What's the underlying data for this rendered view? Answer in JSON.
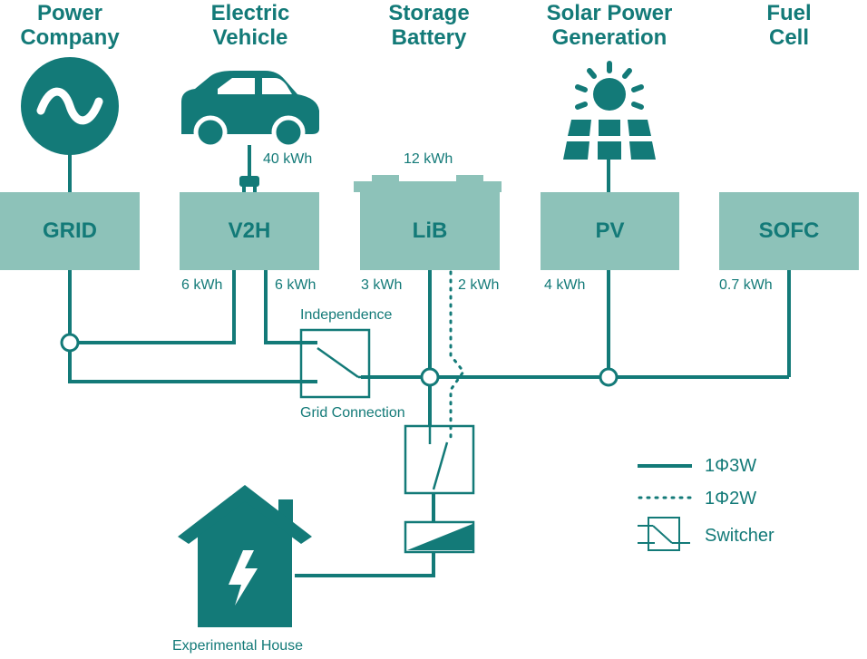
{
  "headers": {
    "power_company": [
      "Power",
      "Company"
    ],
    "electric_vehicle": [
      "Electric",
      "Vehicle"
    ],
    "storage_battery": [
      "Storage",
      "Battery"
    ],
    "solar_power": [
      "Solar Power",
      "Generation"
    ],
    "fuel_cell": [
      "Fuel",
      "Cell"
    ]
  },
  "boxes": {
    "grid": "GRID",
    "v2h": "V2H",
    "lib": "LiB",
    "pv": "PV",
    "sofc": "SOFC"
  },
  "capacities": {
    "ev": "40 kWh",
    "battery": "12 kWh"
  },
  "flows": {
    "v2h_left": "6 kWh",
    "v2h_right": "6 kWh",
    "lib_left": "3 kWh",
    "lib_right": "2 kWh",
    "pv": "4 kWh",
    "sofc": "0.7 kWh"
  },
  "labels": {
    "independence": "Independence",
    "grid_connection": "Grid Connection",
    "experimental_house": "Experimental House"
  },
  "legend": {
    "three_wire": "1Φ3W",
    "two_wire": "1Φ2W",
    "switcher": "Switcher"
  },
  "colors": {
    "primary": "#137a78",
    "box_fill": "#8dc2b9"
  }
}
